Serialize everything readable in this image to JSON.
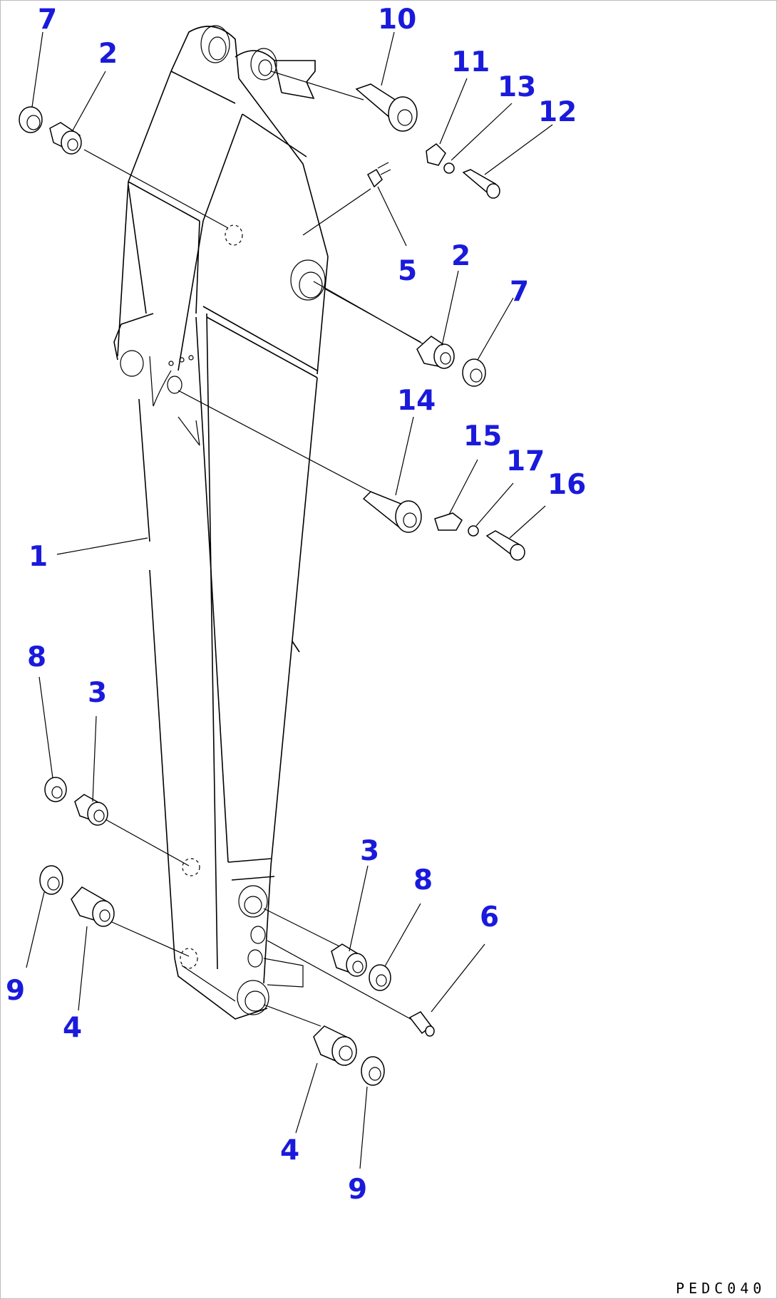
{
  "diagram": {
    "callouts": {
      "c1": "1",
      "c2a": "2",
      "c2b": "2",
      "c3a": "3",
      "c3b": "3",
      "c4a": "4",
      "c4b": "4",
      "c5": "5",
      "c6": "6",
      "c7a": "7",
      "c7b": "7",
      "c8a": "8",
      "c8b": "8",
      "c9a": "9",
      "c9b": "9",
      "c10": "10",
      "c11": "11",
      "c12": "12",
      "c13": "13",
      "c14": "14",
      "c15": "15",
      "c16": "16",
      "c17": "17"
    },
    "figure_code": "PEDC040",
    "colors": {
      "callout": "#1a1adc",
      "line": "#000000",
      "background": "#ffffff"
    }
  }
}
